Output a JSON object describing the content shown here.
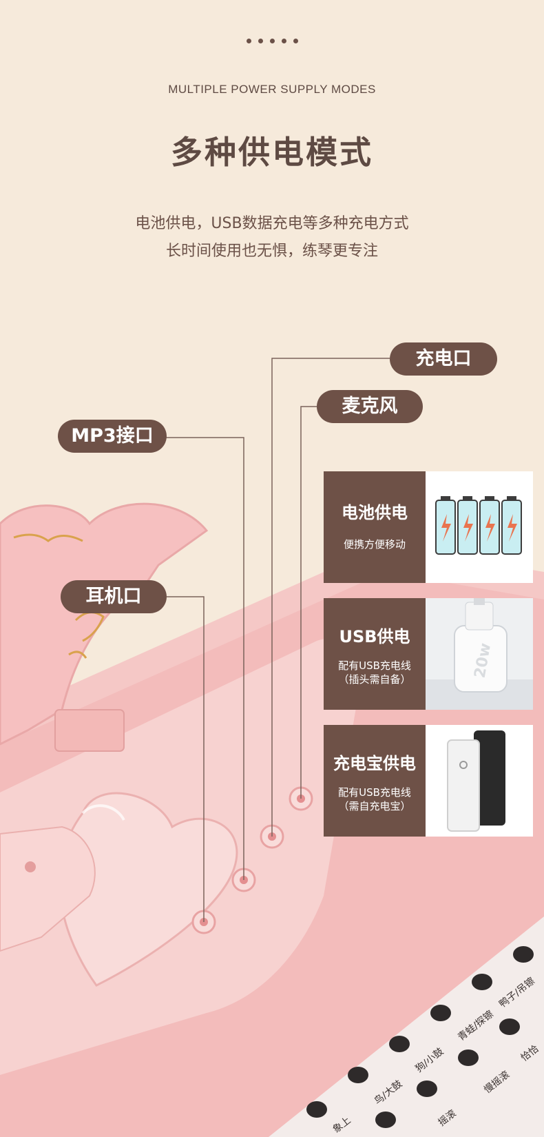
{
  "header": {
    "subtitle_en": "MULTIPLE POWER SUPPLY MODES",
    "title": "多种供电模式",
    "description_lines": [
      "电池供电，USB数据充电等多种充电方式",
      "长时间使用也无惧，练琴更专注"
    ]
  },
  "callouts": {
    "charging_port": "充电口",
    "microphone": "麦克风",
    "mp3_port": "MP3接口",
    "headphone_port": "耳机口"
  },
  "features": [
    {
      "title": "电池供电",
      "lines": [
        "便携方便移动"
      ],
      "image_icon": "battery-icon"
    },
    {
      "title": "USB供电",
      "lines": [
        "配有USB充电线",
        "（插头需自备）"
      ],
      "image_icon": "usb-charger-icon"
    },
    {
      "title": "充电宝供电",
      "lines": [
        "配有USB充电线",
        "（需自充电宝）"
      ],
      "image_icon": "power-bank-icon"
    }
  ],
  "keyboard_labels": [
    "狗/小鼓",
    "青蛙/探镲",
    "鸭子/吊镲",
    "鸟/大鼓",
    "慢摇滚",
    "恰恰",
    "摇滚",
    "象上"
  ],
  "colors": {
    "background": "#f6eadb",
    "accent_brown": "#6e5147",
    "piano_pink": "#f4c3c3",
    "text_brown": "#5e4a43"
  }
}
